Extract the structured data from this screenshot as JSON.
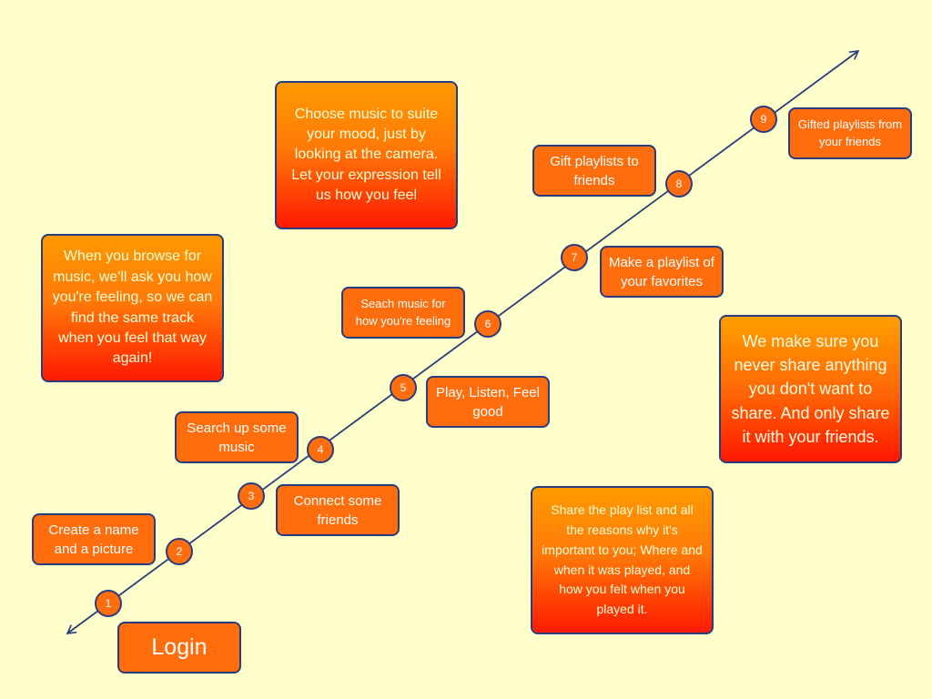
{
  "diagram": {
    "steps": [
      {
        "number": "1",
        "label": "Login"
      },
      {
        "number": "2",
        "label": "Create a name and a picture"
      },
      {
        "number": "3",
        "label": "Connect some friends"
      },
      {
        "number": "4",
        "label": "Search up some music"
      },
      {
        "number": "5",
        "label": "Play, Listen, Feel good"
      },
      {
        "number": "6",
        "label": "Seach music for how you're feeling"
      },
      {
        "number": "7",
        "label": "Make a playlist of your favorites"
      },
      {
        "number": "8",
        "label": "Gift playlists to friends"
      },
      {
        "number": "9",
        "label": "Gifted playlists from your friends"
      }
    ],
    "notes": {
      "mood_camera": "Choose music to suite your mood, just by looking at the camera. Let your expression tell us how you feel",
      "browse_feeling": "When you browse for music, we'll ask you how you're feeling, so we can find the same track when you feel that way again!",
      "privacy": "We make sure you never share anything you don't want to share. And only share it with your friends.",
      "share_playlist": "Share the play list and all the reasons why it's important to you; Where and when it was played, and how you felt when you played it."
    }
  },
  "colors": {
    "background": "#ffffcc",
    "box_fill": "#ff6d0d",
    "border": "#2a3d7a",
    "timeline": "#2a3d7a"
  }
}
